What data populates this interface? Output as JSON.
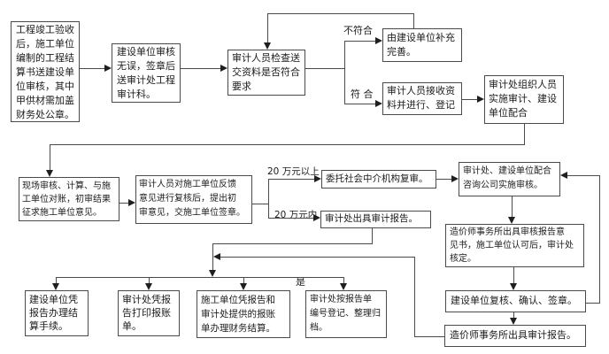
{
  "diagram_type": "flowchart",
  "language": "zh-CN",
  "colors": {
    "line": "#4a4a4a",
    "text": "#1b1b1b",
    "background": "#ffffff"
  },
  "nodes": {
    "acceptance": "工程竣工验收\n后，施工单位\n编制的工程结\n算书送建设单\n位审核，其中\n甲供材需加盖\n财务处公章。",
    "review_seal": "建设单位审核\n无误，签章后\n送审计处工程\n审计科。",
    "check_materials": "审计人员检查送\n交资料是否符合\n要求",
    "supplement": "由建设单位补充\n完善。",
    "receive_register": "审计人员接收资\n料并进行、登记",
    "organize_audit": "审计处组织人员\n实施审计、建设\n单位配合",
    "onsite_review": "现场审核、计算、与施\n工单位对账，初审结果\n征求施工单位意见。",
    "recheck_feedback": "审计人员对施工单位反馈\n意见进行复核后，提出初\n审意见，交施工单位签章。",
    "entrust_intermediary": "委托社会中介机构复审。",
    "issue_report": "审计处出具审计报告。",
    "cooperate_consulting": "审计处、建设单位配合\n咨询公司实施审核。",
    "firm_opinion": "造价师事务所出具审核报告意\n见书，施工单位认可后，审计处\n核定。",
    "confirm_seal": "建设单位复核、确认、签章。",
    "firm_report": "造价师事务所出具审计报告。",
    "settlement": "建设单位凭\n报告办理结\n算手续。",
    "print_bill": "审计处凭报\n告打印报账\n单。",
    "finance_settle": "施工单位凭报告和\n审计处提供的报账\n单办理财务结算。",
    "register_archive": "审计处按报告单\n编号登记、整理归\n档。"
  },
  "edge_labels": {
    "not_conform": "不符合",
    "conform": "符 合",
    "over_200k": "20 万元以上",
    "within_200k": "20 万元内",
    "yes": "是"
  }
}
